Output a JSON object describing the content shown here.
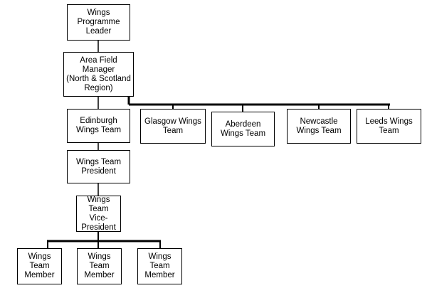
{
  "diagram": {
    "type": "org-chart",
    "line_color": "#000000",
    "box_border_color": "#000000",
    "nodes": {
      "programme_leader": "Wings\nProgramme\nLeader",
      "area_field_manager": "Area Field\nManager\n(North & Scotland\nRegion)",
      "edinburgh_team": "Edinburgh\nWings Team",
      "glasgow_team": "Glasgow Wings\nTeam",
      "aberdeen_team": "Aberdeen\nWings Team",
      "newcastle_team": "Newcastle\nWings Team",
      "leeds_team": "Leeds Wings\nTeam",
      "team_president": "Wings Team\nPresident",
      "team_vice_president": "Wings\nTeam Vice-\nPresident",
      "member_1": "Wings\nTeam\nMember",
      "member_2": "Wings\nTeam\nMember",
      "member_3": "Wings\nTeam\nMember"
    }
  }
}
